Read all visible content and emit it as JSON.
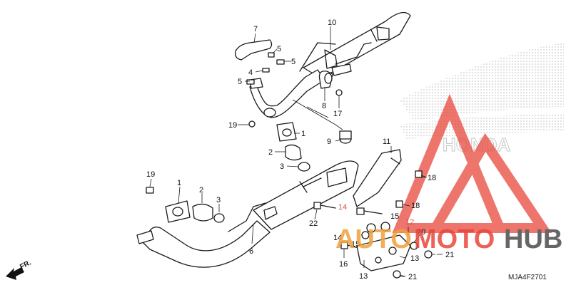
{
  "diagram": {
    "code": "MJA4F2701",
    "direction_label": "FR.",
    "callouts": [
      {
        "id": "c10",
        "text": "10"
      },
      {
        "id": "c7",
        "text": "7"
      },
      {
        "id": "c5a",
        "text": "5"
      },
      {
        "id": "c5b",
        "text": "5"
      },
      {
        "id": "c4",
        "text": "4"
      },
      {
        "id": "c5c",
        "text": "5"
      },
      {
        "id": "c8",
        "text": "8"
      },
      {
        "id": "c17",
        "text": "17"
      },
      {
        "id": "c19a",
        "text": "19"
      },
      {
        "id": "c1a",
        "text": "1"
      },
      {
        "id": "c2a",
        "text": "2"
      },
      {
        "id": "c3a",
        "text": "3"
      },
      {
        "id": "c9",
        "text": "9"
      },
      {
        "id": "c11",
        "text": "11"
      },
      {
        "id": "c18a",
        "text": "18"
      },
      {
        "id": "c19b",
        "text": "19"
      },
      {
        "id": "c1b",
        "text": "1"
      },
      {
        "id": "c2b",
        "text": "2"
      },
      {
        "id": "c3b",
        "text": "3"
      },
      {
        "id": "c14a",
        "text": "14"
      },
      {
        "id": "c18b",
        "text": "18"
      },
      {
        "id": "c22",
        "text": "22"
      },
      {
        "id": "c15a",
        "text": "15"
      },
      {
        "id": "c12",
        "text": "12"
      },
      {
        "id": "c6",
        "text": "6"
      },
      {
        "id": "c14b",
        "text": "14"
      },
      {
        "id": "c15b",
        "text": "15"
      },
      {
        "id": "c20",
        "text": "20"
      },
      {
        "id": "c13a",
        "text": "13"
      },
      {
        "id": "c16",
        "text": "16"
      },
      {
        "id": "c21a",
        "text": "21"
      },
      {
        "id": "c13b",
        "text": "13"
      },
      {
        "id": "c21b",
        "text": "21"
      }
    ]
  },
  "watermark": {
    "brand_a": "AUTO",
    "brand_b": "MOTO",
    "brand_c": "HUB",
    "logo_text": "HONDA",
    "red": "#e8473c",
    "orange": "#f0a03c",
    "gray": "#666666"
  }
}
